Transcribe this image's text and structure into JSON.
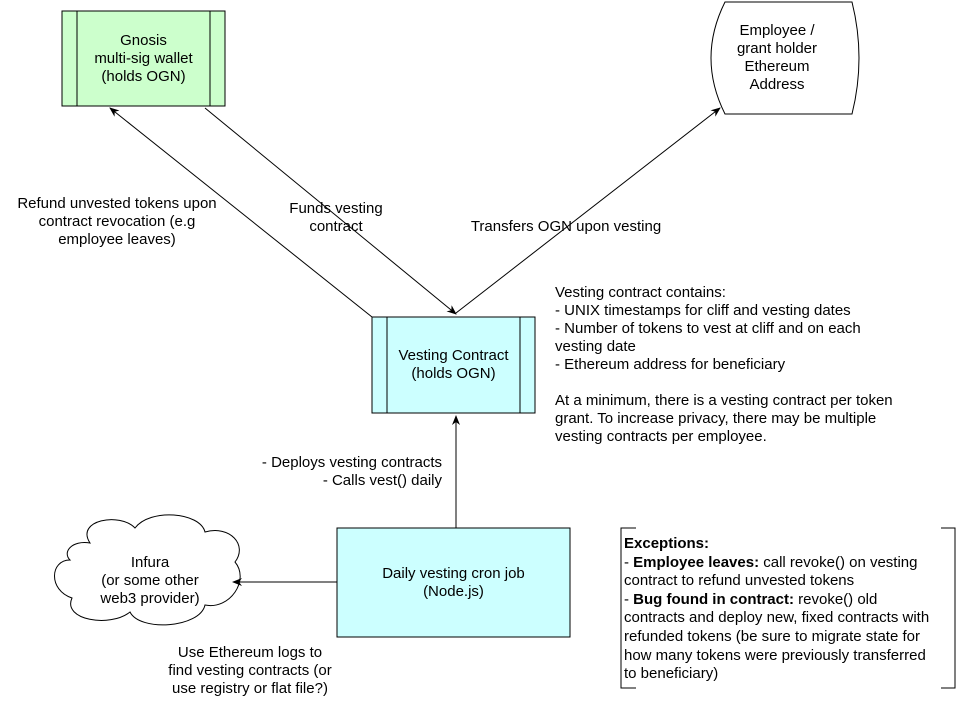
{
  "nodes": {
    "gnosis": "Gnosis\nmulti-sig wallet\n(holds OGN)",
    "employee": "Employee /\ngrant holder\nEthereum\nAddress",
    "vesting_contract": "Vesting Contract\n(holds OGN)",
    "infura": "Infura\n(or some other\nweb3 provider)",
    "cron_job": "Daily vesting cron job\n(Node.js)"
  },
  "edges": {
    "refund": "Refund unvested tokens upon\ncontract revocation (e.g\nemployee leaves)",
    "funds": "Funds vesting\ncontract",
    "transfers": "Transfers OGN upon vesting",
    "deploys": "- Deploys vesting contracts\n- Calls vest() daily",
    "logs": "Use Ethereum logs to\nfind vesting contracts (or\nuse registry or flat file?)"
  },
  "notes": {
    "contract_contents": "Vesting contract contains:\n- UNIX timestamps for cliff and vesting dates\n- Number of tokens to vest at cliff and on each\nvesting date\n- Ethereum address for beneficiary\n\nAt a minimum, there is a vesting contract per token\ngrant. To increase privacy, there may be multiple\nvesting contracts per employee."
  },
  "exceptions": {
    "title": "Exceptions:",
    "item1_prefix": "- ",
    "item1_bold": "Employee leaves:",
    "item1_text": " call revoke() on vesting contract to refund unvested tokens",
    "item2_prefix": "- ",
    "item2_bold": "Bug found in contract:",
    "item2_text": " revoke() old contracts and deploy new, fixed contracts with refunded tokens (be sure to migrate state for how many tokens were previously transferred to beneficiary)"
  },
  "colors": {
    "gnosis_fill": "#ccffcc",
    "contract_fill": "#ccffff",
    "stroke": "#000000"
  }
}
